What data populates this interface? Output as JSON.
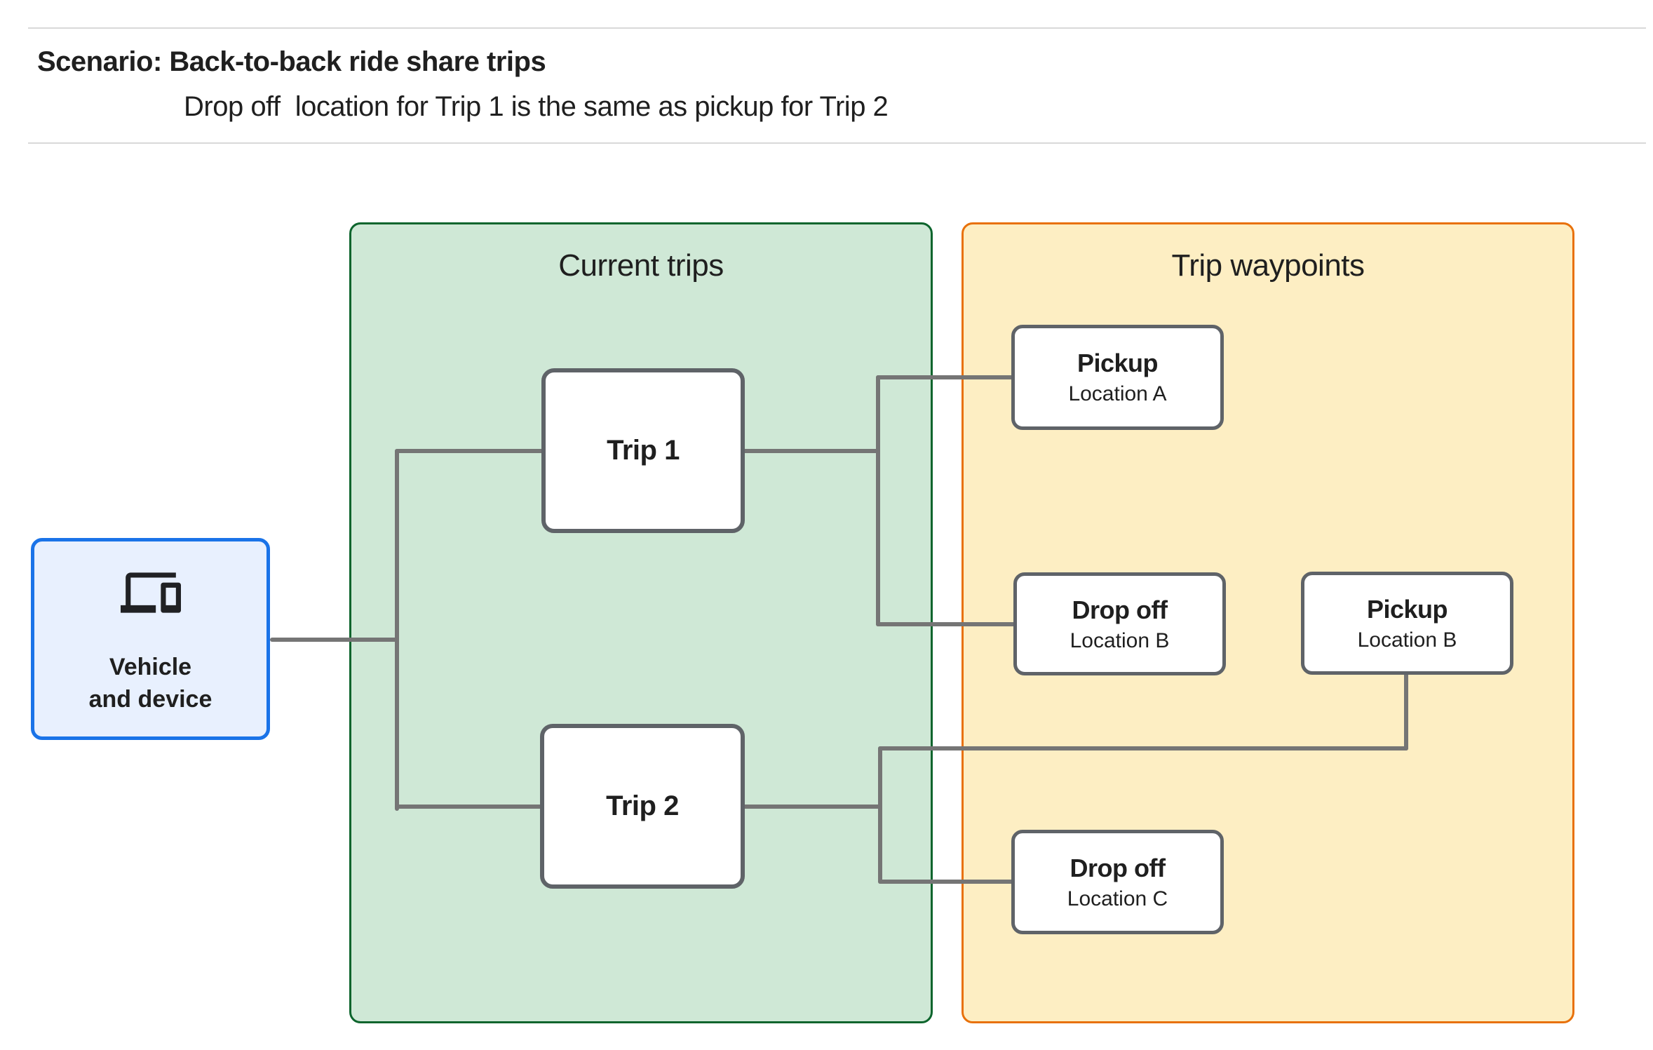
{
  "header": {
    "title": "Scenario: Back-to-back ride share trips",
    "subtitle": "Drop off  location for Trip 1 is the same as pickup for Trip 2"
  },
  "vehicle": {
    "icon": "devices-icon",
    "label_line1": "Vehicle",
    "label_line2": "and device"
  },
  "containers": {
    "current_trips": {
      "title": "Current trips"
    },
    "trip_waypoints": {
      "title": "Trip waypoints"
    }
  },
  "trips": [
    {
      "label": "Trip 1"
    },
    {
      "label": "Trip 2"
    }
  ],
  "waypoints": [
    {
      "label": "Pickup",
      "location": "Location A"
    },
    {
      "label": "Drop off",
      "location": "Location B"
    },
    {
      "label": "Pickup",
      "location": "Location B"
    },
    {
      "label": "Drop off",
      "location": "Location C"
    }
  ],
  "colors": {
    "accent_blue_border": "#1a73e8",
    "accent_blue_fill": "#e8f0fe",
    "green_border": "#0d652d",
    "green_fill": "#cfe8d6",
    "orange_border": "#e8710a",
    "orange_fill": "#fdeec3",
    "node_border_gray": "#5f6368",
    "connector_gray": "#757575",
    "text_color": "#1f1f1f",
    "divider_gray": "#d9d9d9"
  }
}
